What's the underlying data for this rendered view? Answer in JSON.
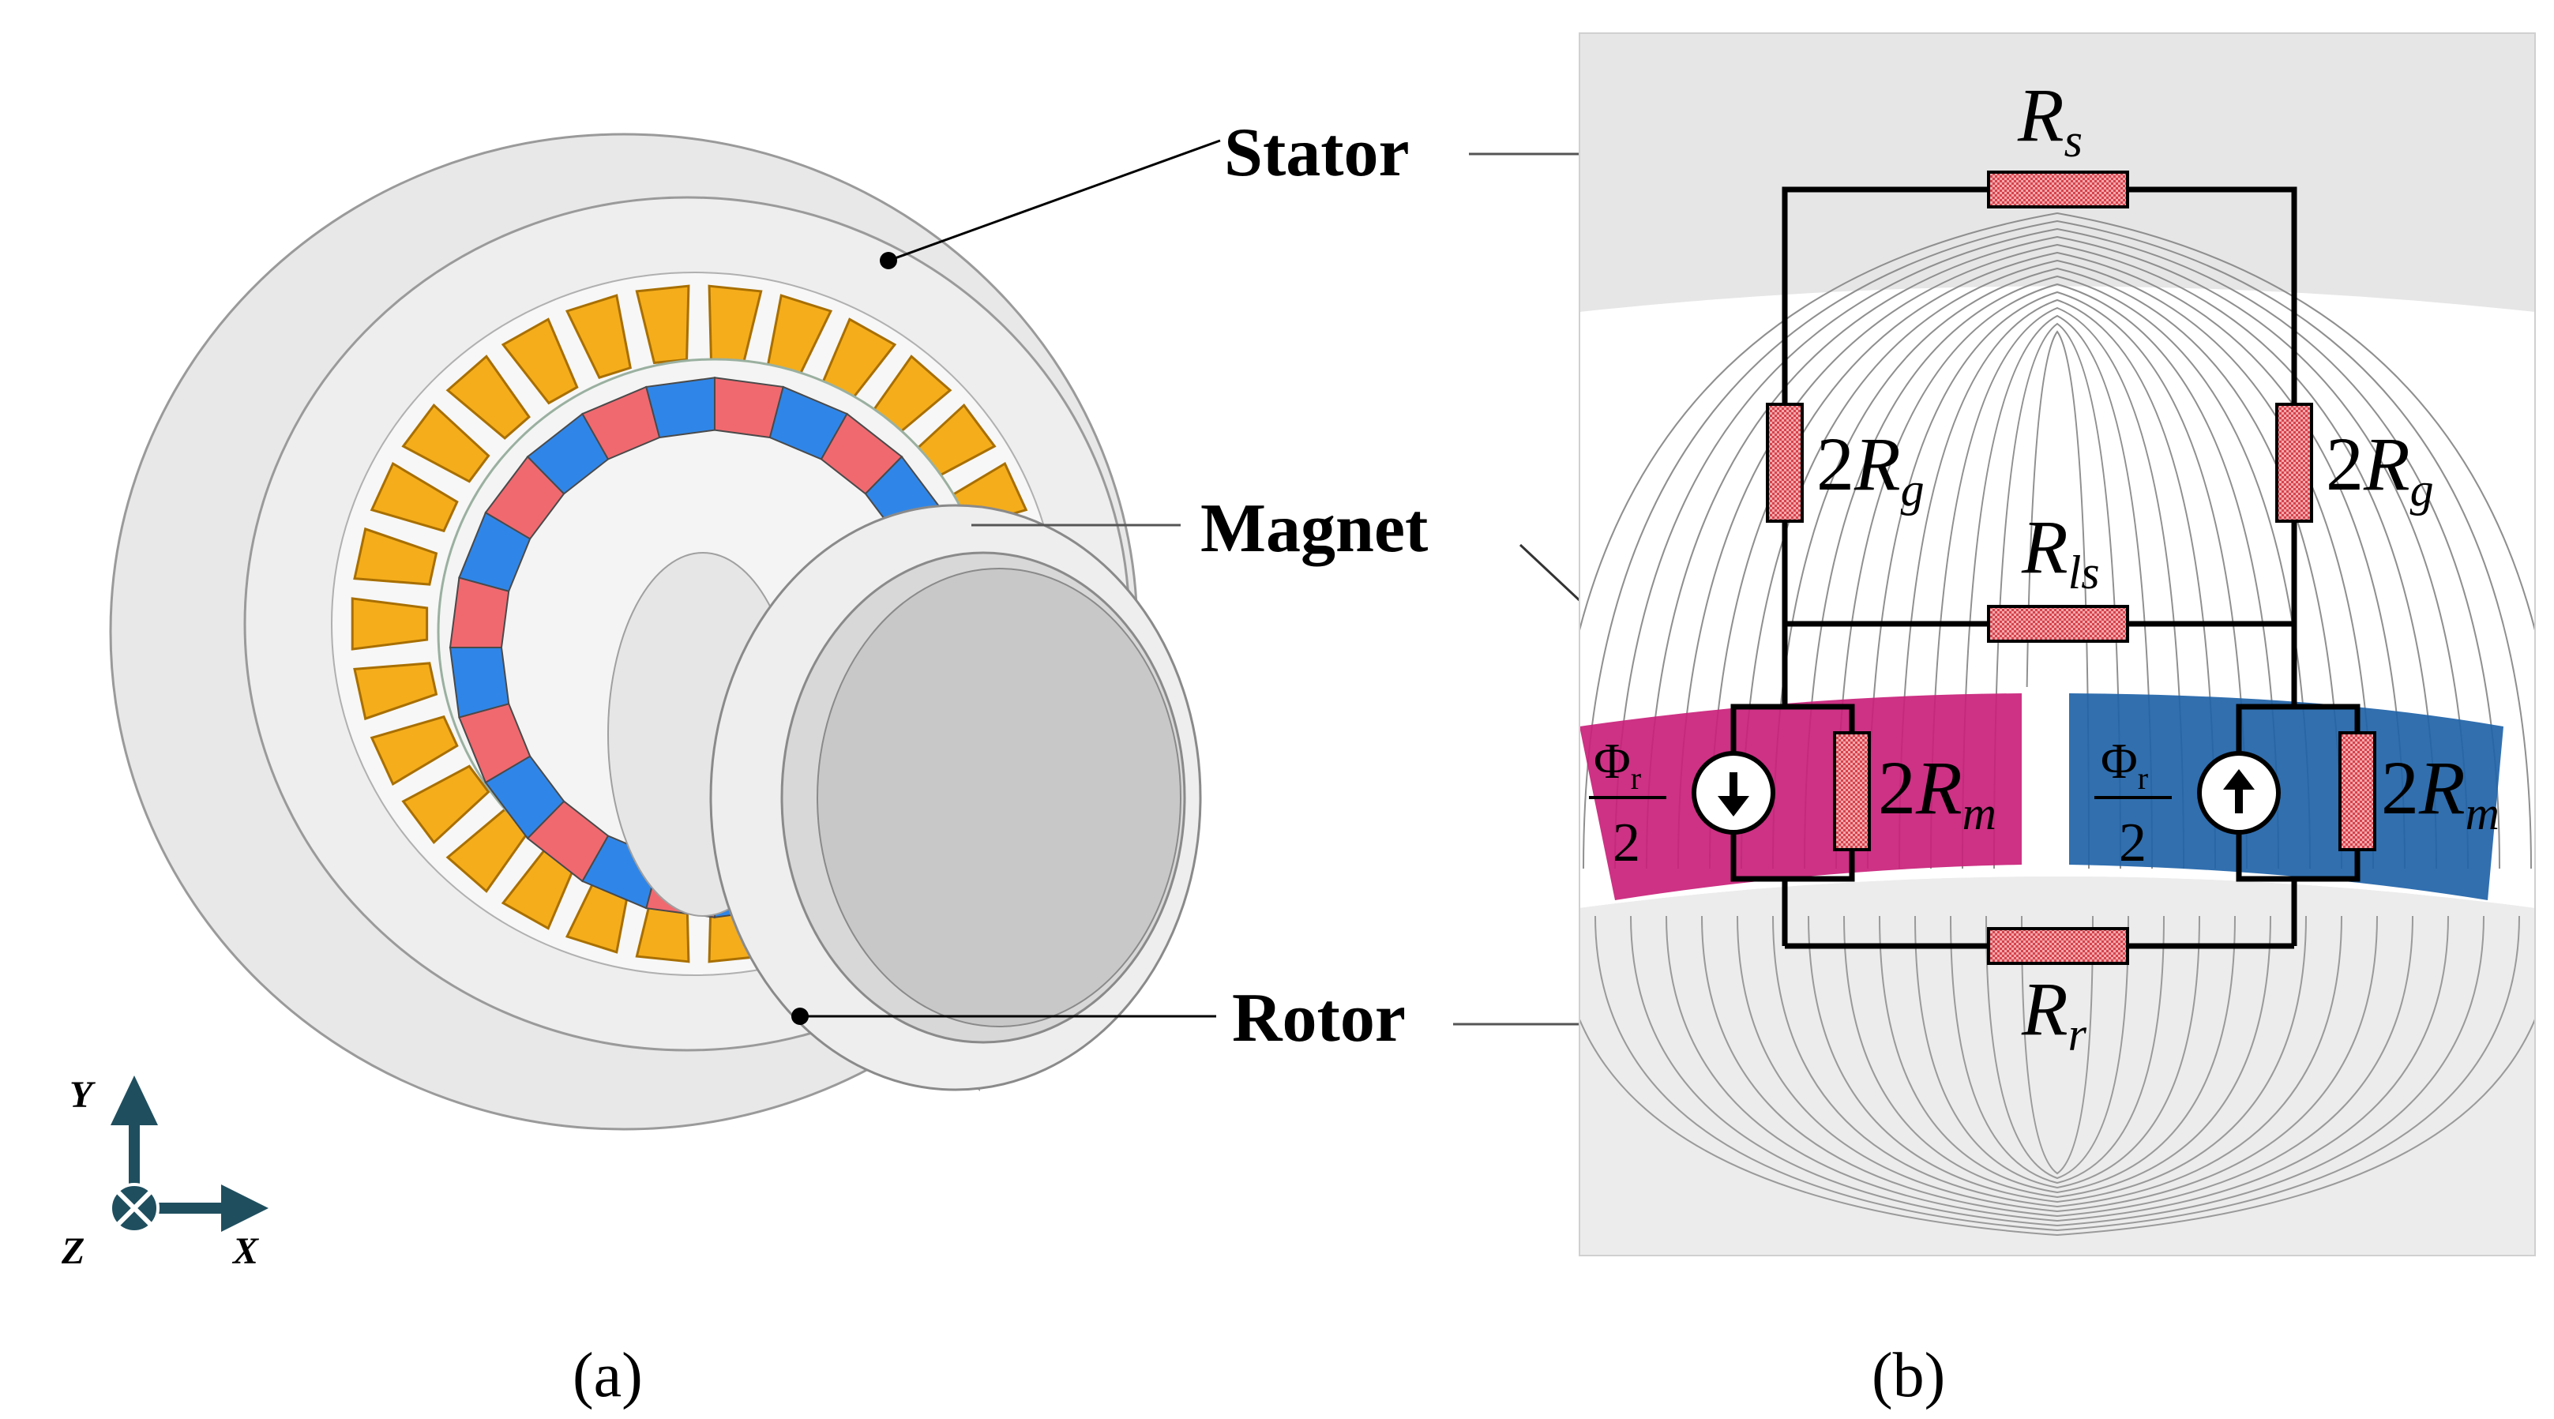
{
  "labels": {
    "stator": "Stator",
    "magnet": "Magnet",
    "rotor": "Rotor"
  },
  "captions": {
    "a": "(a)",
    "b": "(b)"
  },
  "axes": {
    "y": "Y",
    "z": "Z",
    "x": "X"
  },
  "circuit": {
    "rs": {
      "main": "R",
      "sub": "s"
    },
    "rg_left": {
      "coef": "2",
      "main": "R",
      "sub": "g"
    },
    "rg_right": {
      "coef": "2",
      "main": "R",
      "sub": "g"
    },
    "rls": {
      "main": "R",
      "sub": "ls"
    },
    "rm_left": {
      "coef": "2",
      "main": "R",
      "sub": "m"
    },
    "rm_right": {
      "coef": "2",
      "main": "R",
      "sub": "m"
    },
    "rr": {
      "main": "R",
      "sub": "r"
    },
    "flux_left": {
      "num": "Φ",
      "sub": "r",
      "den": "2"
    },
    "flux_right": {
      "num": "Φ",
      "sub": "r",
      "den": "2"
    }
  },
  "colors": {
    "stator_body": "#ebebeb",
    "teeth": "#f5ad1b",
    "magnet_red": "#f0696f",
    "magnet_blue": "#2f86e8",
    "magnet_panel_left": "#c9217a",
    "magnet_panel_right": "#1f63a8",
    "resistor_fill": "#f3a3a7",
    "axis_arrow": "#1f4f5f"
  }
}
